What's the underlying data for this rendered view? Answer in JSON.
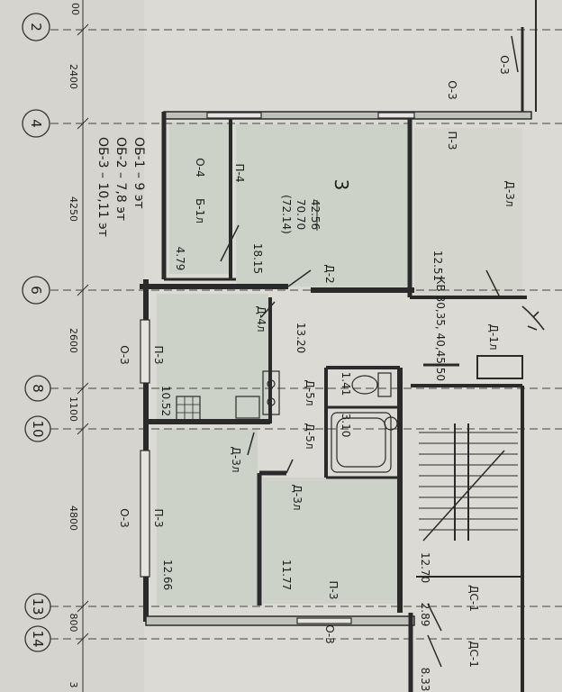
{
  "axes": [
    "2",
    "4",
    "6",
    "8",
    "10",
    "13",
    "14"
  ],
  "dimensions": [
    "00",
    "2400",
    "4250",
    "2600",
    "1100",
    "4800",
    "800",
    "3"
  ],
  "legend": {
    "line1": "ОБ-1 – 9 эт",
    "line2": "ОБ-2 – 7,8 эт",
    "line3": "ОБ-3 – 10,11 эт"
  },
  "apartment": {
    "rooms_count": "3",
    "living_area": "42.56",
    "total_area": "70.70",
    "total_with_balcony": "(72.14)",
    "note": "КВ 30,35, 40,45,50"
  },
  "areas": [
    "4.79",
    "18.15",
    "12.51",
    "13.20",
    "10.52",
    "1.41",
    "3.10",
    "12.66",
    "11.77",
    "12.70",
    "2.89",
    "8.33"
  ],
  "openings": {
    "o3_top": "О-3",
    "o3_top2": "О-3",
    "p3_top": "П-3",
    "o4": "О-4",
    "b1": "Б-1л",
    "p4": "П-4",
    "p3_kitchen": "П-3",
    "o3_kitchen": "О-3",
    "p3_room": "П-3",
    "o3_room": "О-3",
    "p3_bottom": "П-3",
    "o3_bottom": "О-3"
  },
  "doors": {
    "d3_top": "Д-3л",
    "d2": "Д-2",
    "d4": "Д-4л",
    "d1": "Д-1л",
    "d5a": "Д-5л",
    "d5b": "Д-5л",
    "d3_mid": "Д-3л",
    "d3_low": "Д-3л",
    "ds1_a": "ДС-1",
    "ds1_b": "ДС-1"
  }
}
